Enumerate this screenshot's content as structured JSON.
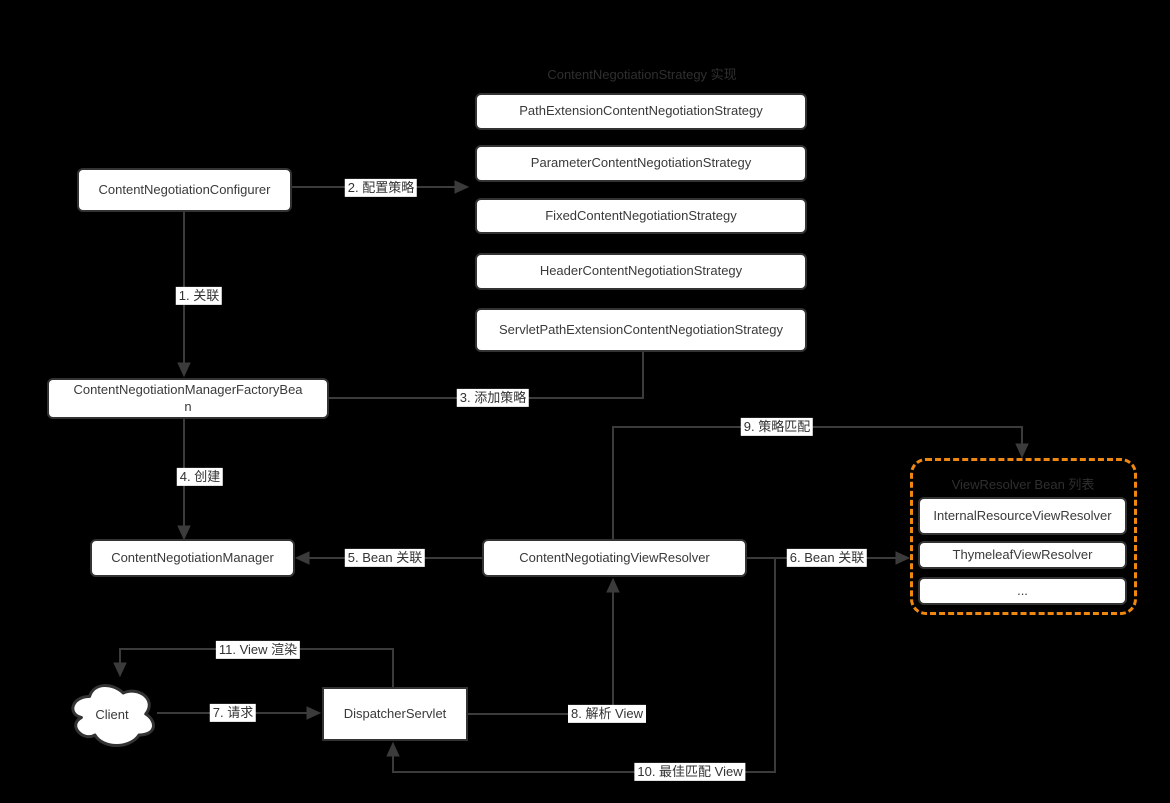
{
  "diagram": {
    "background_color": "#000000",
    "line_color": "#3b3b3b",
    "node_fill": "#ffffff",
    "node_border_color": "#333333",
    "accent_orange": "#ef8810",
    "titles": {
      "strategy_group": "ContentNegotiationStrategy 实现",
      "view_resolver_group": "ViewResolver Bean 列表"
    },
    "nodes": {
      "configurer": "ContentNegotiationConfigurer",
      "factory_bean": "ContentNegotiationManagerFactoryBean",
      "manager": "ContentNegotiationManager",
      "negotiating_view_resolver": "ContentNegotiatingViewResolver",
      "dispatcher_servlet": "DispatcherServlet",
      "client": "Client"
    },
    "strategy_items": [
      "PathExtensionContentNegotiationStrategy",
      "ParameterContentNegotiationStrategy",
      "FixedContentNegotiationStrategy",
      "HeaderContentNegotiationStrategy",
      "ServletPathExtensionContentNegotiationStrategy"
    ],
    "view_resolver_items": [
      "InternalResourceViewResolver",
      "ThymeleafViewResolver",
      "..."
    ],
    "edges": {
      "e1": "1. 关联",
      "e2": "2. 配置策略",
      "e3": "3. 添加策略",
      "e4": "4. 创建",
      "e5": "5. Bean 关联",
      "e6": "6. Bean 关联",
      "e7": "7. 请求",
      "e8": "8. 解析 View",
      "e9": "9. 策略匹配",
      "e10": "10. 最佳匹配 View",
      "e11": "11. View 渲染"
    }
  }
}
